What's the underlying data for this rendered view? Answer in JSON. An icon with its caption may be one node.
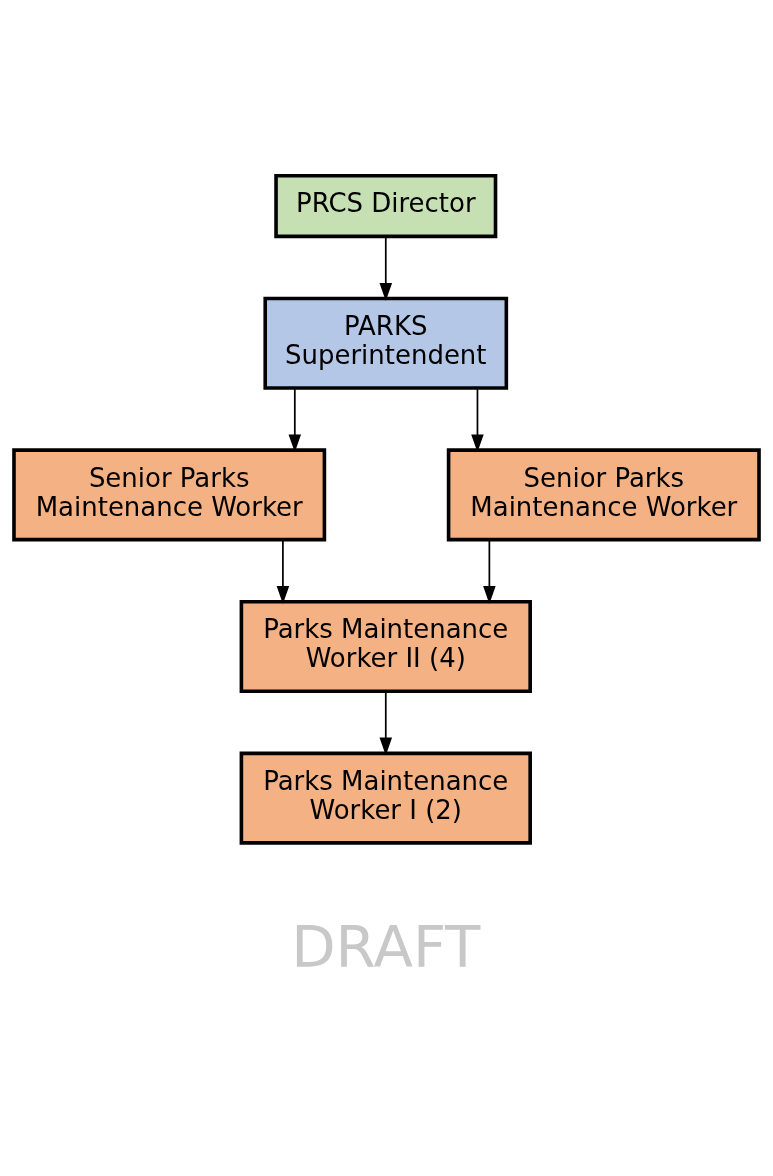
{
  "diagram": {
    "nodes": [
      {
        "text": [
          "PRCS Director"
        ]
      },
      {
        "text": [
          "PARKS Superintendent"
        ]
      },
      {
        "text": [
          "Senior Parks Maintenance Worker"
        ]
      },
      {
        "text": [
          "Senior Parks Maintenance Worker"
        ]
      },
      {
        "text": [
          "Parks Maintenance Worker II (4)"
        ]
      },
      {
        "text": [
          "Parks Maintenance Worker I (2)"
        ]
      }
    ],
    "edges": [
      {
        "from": 0,
        "to": 1,
        "arrow": "to"
      },
      {
        "from": 1,
        "to": 2,
        "arrow": "to"
      },
      {
        "from": 1,
        "to": 3,
        "arrow": "to"
      },
      {
        "from": 2,
        "to": 4,
        "arrow": "to"
      },
      {
        "from": 3,
        "to": 4,
        "arrow": "to"
      },
      {
        "from": 4,
        "to": 5,
        "arrow": "to"
      }
    ],
    "labels": [
      "DRAFT"
    ]
  }
}
